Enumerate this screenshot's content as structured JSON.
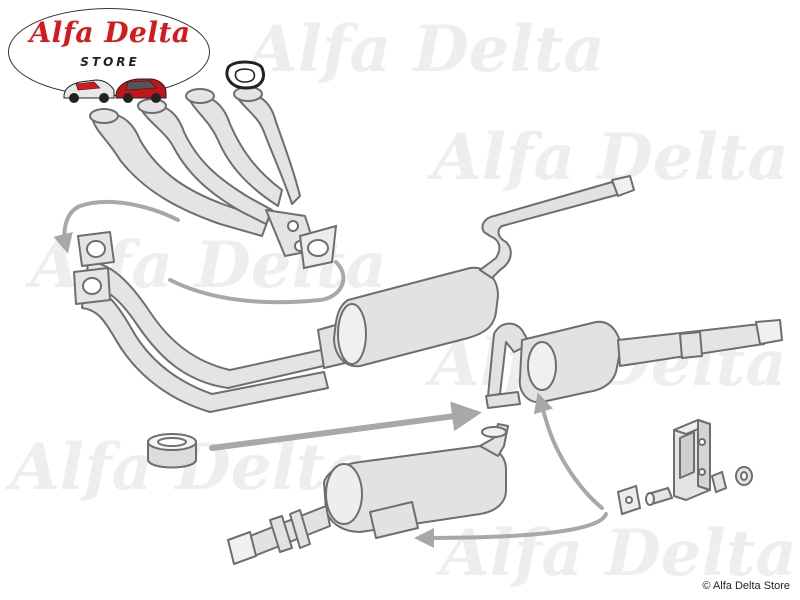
{
  "logo": {
    "brand_text": "Alfa Delta",
    "sub_text": "STORE",
    "colors": {
      "brand": "#d7191c",
      "outline": "#333333"
    }
  },
  "watermark": {
    "text": "Alfa Delta"
  },
  "footer": {
    "copyright": "© Alfa Delta Store"
  },
  "diagram": {
    "parts": [
      "exhaust-manifold",
      "manifold-gasket",
      "front-downpipe",
      "center-silencer",
      "rear-silencer",
      "tailpipe",
      "intermediate-gasket-ring",
      "bolt-on-silencer",
      "rubber-mount-bracket",
      "mount-bushing",
      "mount-washer"
    ],
    "colors": {
      "line": "#6e6e6e",
      "fill": "#e0e0e0",
      "arrow": "#a8a8a8"
    }
  }
}
